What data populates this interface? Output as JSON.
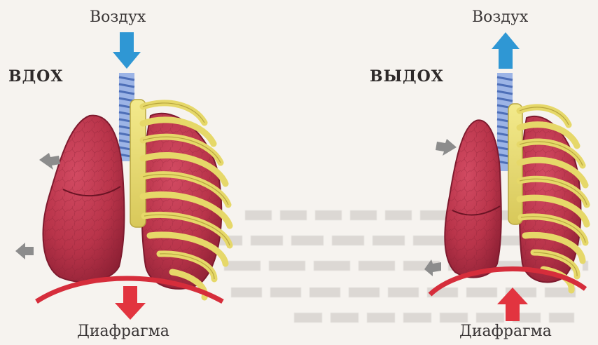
{
  "inhale": {
    "phase_label": "ВДОХ",
    "air_label": "Воздух",
    "diaphragm_label": "Диафрагма"
  },
  "exhale": {
    "phase_label": "ВЫДОХ",
    "air_label": "Воздух",
    "diaphragm_label": "Диафрагма"
  },
  "colors": {
    "air_arrow": "#2f97d4",
    "diaphragm": "#d62d3b",
    "diaphragm_arrow": "#e2343f",
    "lung": "#b9344a",
    "ribs": "#e8dc6e",
    "trachea": "#6f8fd0",
    "gray_arrow": "#8c8c8c"
  }
}
